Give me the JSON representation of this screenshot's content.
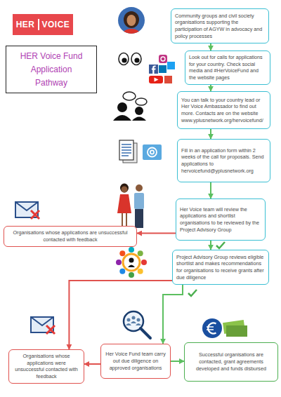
{
  "diagram": {
    "title": "HER Voice Fund Application Pathway",
    "nodes": [
      {
        "text": [
          "HER",
          "VOICE"
        ]
      },
      {
        "text": [
          "Community groups and civil society organisations supporting the participation of AGYW in advocacy and policy processes"
        ]
      },
      {
        "text": [
          "Look out for calls for applications for your country. Check social media and #HerVoiceFund and the website pages"
        ]
      },
      {
        "text": [
          "You can talk to your country lead or Her Voice Ambassador to find out more. Contacts are on the website www.yplusnetwork.org/hervoicefund/"
        ]
      },
      {
        "text": [
          "Fill in an application form within 2 weeks of the call for proposals. Send applications to hervoicefund@yplusnetwork.org"
        ]
      },
      {
        "text": [
          "Her Voice team will review the applications and shortlist organisations to be reviewed by the Project Advisory Group"
        ]
      },
      {
        "text": [
          "Organisations whose applications are unsuccessful contacted with feedback"
        ]
      },
      {
        "text": [
          "Project Advisory Group reviews eligible shortlist and makes recommendations for organisations to receive grants after due diligence"
        ]
      },
      {
        "text": [
          "Organisations whose applications were unsuccessful contacted with feedback"
        ]
      },
      {
        "text": [
          "Her Voice Fund team carry out due diligence on approved organisations"
        ]
      },
      {
        "text": [
          "Successful organisations are contacted, grant agreements developed and funds disbursed"
        ]
      }
    ],
    "edges": [
      {
        "from": 1,
        "to": 2,
        "arrow": "to"
      },
      {
        "from": 2,
        "to": 3,
        "arrow": "to"
      },
      {
        "from": 3,
        "to": 4,
        "arrow": "to"
      },
      {
        "from": 4,
        "to": 5,
        "arrow": "to"
      },
      {
        "from": 5,
        "to": 6,
        "arrow": "to"
      },
      {
        "from": 5,
        "to": 7,
        "arrow": "to"
      },
      {
        "from": 7,
        "to": 8,
        "arrow": "to"
      },
      {
        "from": 7,
        "to": 9,
        "arrow": "to"
      },
      {
        "from": 9,
        "to": 8,
        "arrow": "to"
      },
      {
        "from": 9,
        "to": 10,
        "arrow": "to"
      }
    ]
  }
}
